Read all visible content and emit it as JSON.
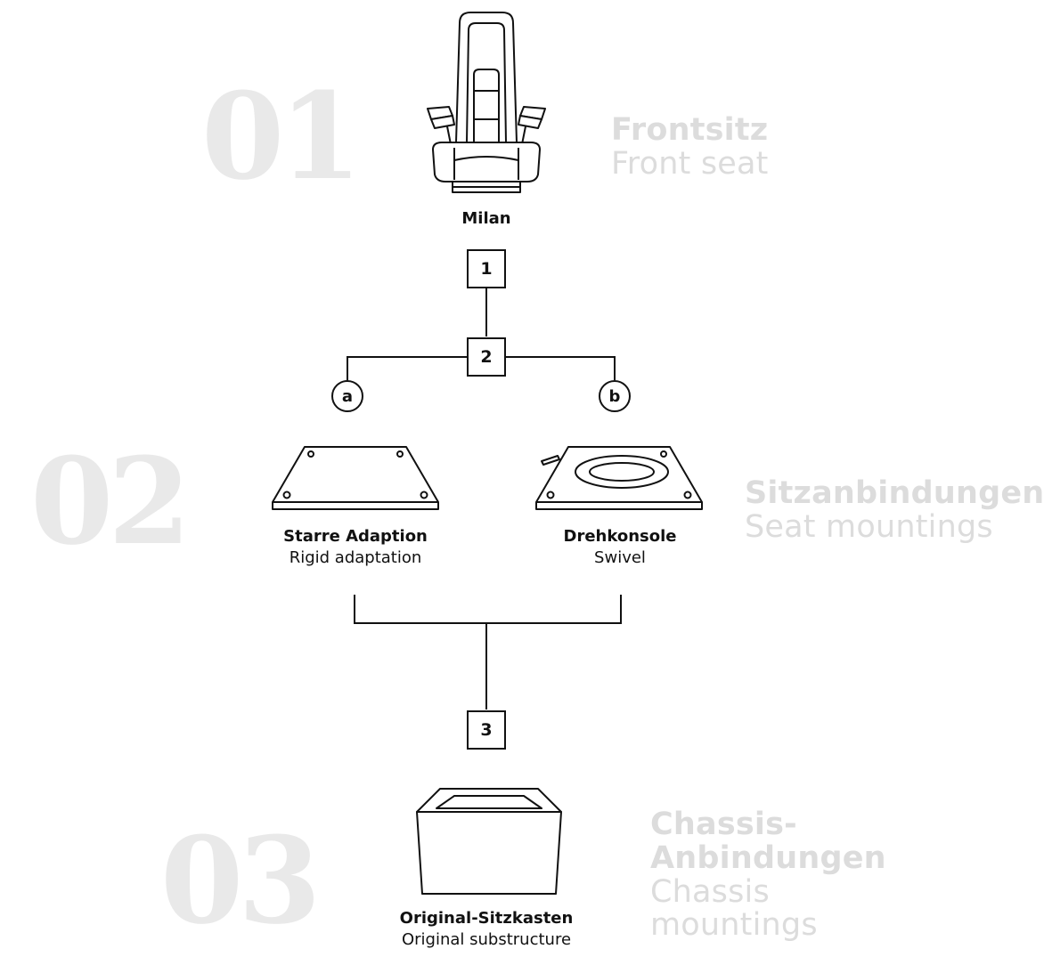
{
  "sections": [
    {
      "number": "01",
      "title_de": "Frontsitz",
      "title_en": "Front seat"
    },
    {
      "number": "02",
      "title_de": "Sitzanbindungen",
      "title_en": "Seat mountings"
    },
    {
      "number": "03",
      "title_de": "Chassis-\nAnbindungen",
      "title_en": "Chassis\nmountings"
    }
  ],
  "seat": {
    "label": "Milan",
    "icon": "seat-icon"
  },
  "steps": [
    "1",
    "2",
    "3"
  ],
  "options": [
    {
      "letter": "a",
      "label_de": "Starre Adaption",
      "label_en": "Rigid adaptation",
      "icon": "rigid-plate-icon"
    },
    {
      "letter": "b",
      "label_de": "Drehkonsole",
      "label_en": "Swivel",
      "icon": "swivel-plate-icon"
    }
  ],
  "substructure": {
    "label_de": "Original-Sitzkasten",
    "label_en": "Original substructure",
    "icon": "seat-box-icon"
  },
  "colors": {
    "lines": "#111111",
    "faded_number": "#e9e9e9",
    "faded_title": "#dcdcdc"
  }
}
